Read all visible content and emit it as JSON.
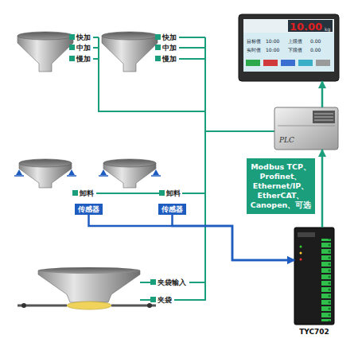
{
  "diagram": {
    "nodes": [
      {
        "text": [
          "10.00",
          "kg",
          "目标值",
          "10:00",
          "上限值",
          "0.00",
          "实时值",
          "10:00",
          "下限值",
          "0.00"
        ]
      },
      {
        "text": [
          "PLC"
        ]
      },
      {
        "text": [
          "Modbus TCP、Profinet、Ethernet/IP、EtherCAT、Canopen、可选"
        ]
      },
      {
        "text": [
          "传感器"
        ]
      },
      {
        "text": [
          "传感器"
        ]
      },
      {
        "text": [
          "TYC702"
        ]
      }
    ],
    "edges": [
      {
        "from": 5,
        "to": 1,
        "arrow": "to"
      },
      {
        "from": 1,
        "to": 0,
        "arrow": "to"
      },
      {
        "from": 3,
        "to": 5,
        "arrow": "to"
      },
      {
        "from": 4,
        "to": 5,
        "arrow": "to"
      }
    ],
    "labels": [
      "快加",
      "中加",
      "慢加",
      "快加",
      "中加",
      "慢加",
      "卸料",
      "卸料",
      "夹袋输入",
      "夹袋"
    ]
  }
}
